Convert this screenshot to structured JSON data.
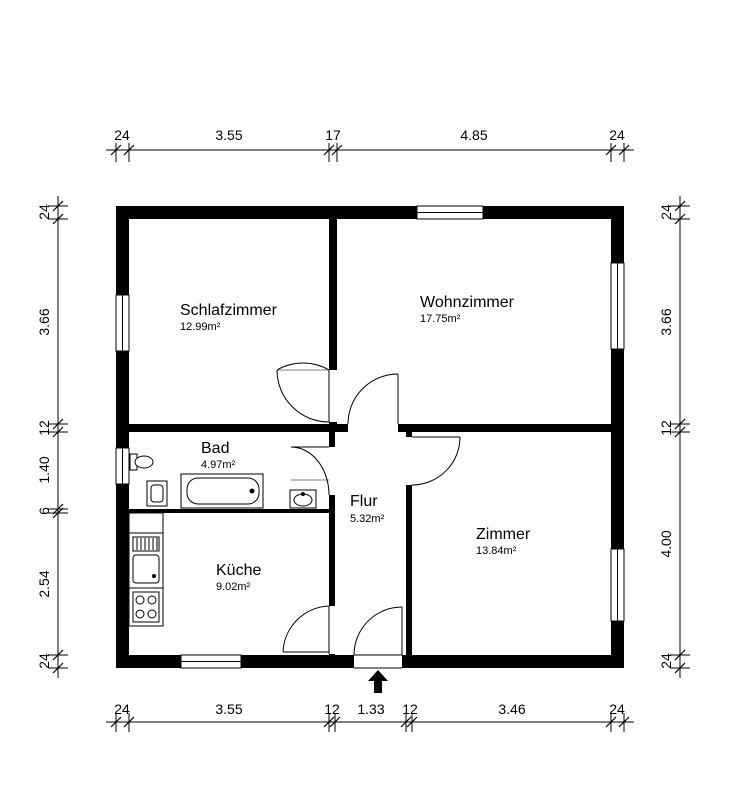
{
  "rooms": {
    "schlafzimmer": {
      "name": "Schlafzimmer",
      "area": "12.99m²"
    },
    "wohnzimmer": {
      "name": "Wohnzimmer",
      "area": "17.75m²"
    },
    "bad": {
      "name": "Bad",
      "area": "4.97m²"
    },
    "flur": {
      "name": "Flur",
      "area": "5.32m²"
    },
    "zimmer": {
      "name": "Zimmer",
      "area": "13.84m²"
    },
    "kueche": {
      "name": "Küche",
      "area": "9.02m²"
    }
  },
  "dims": {
    "top": [
      "24",
      "3.55",
      "17",
      "4.85",
      "24"
    ],
    "bottom": [
      "24",
      "3.55",
      "12",
      "1.33",
      "12",
      "3.46",
      "24"
    ],
    "left": [
      "24",
      "3.66",
      "12",
      "1.40",
      "6",
      "2.54",
      "24"
    ],
    "right_upper": [
      "24",
      "3.66",
      "12"
    ],
    "right_lower": [
      "4.00",
      "24"
    ]
  }
}
